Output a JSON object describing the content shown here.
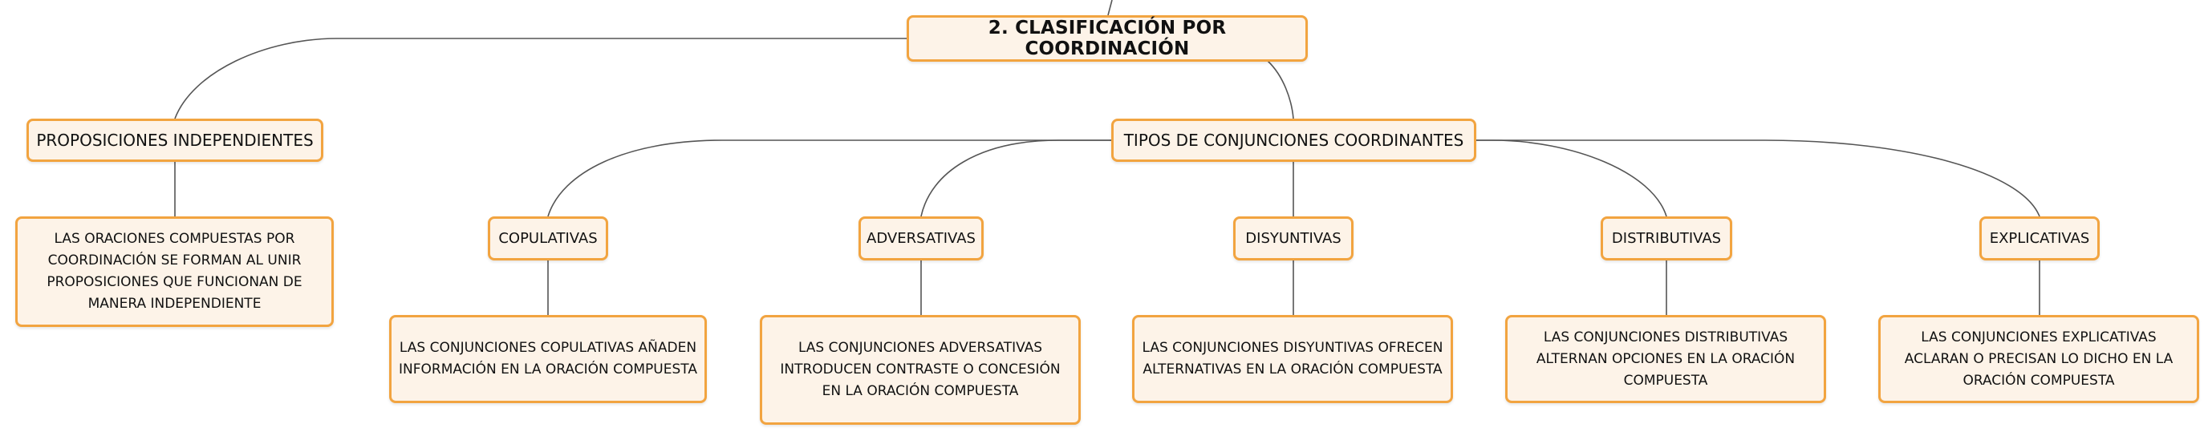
{
  "colors": {
    "node_border": "#f2a440",
    "node_fill": "#fdf3e8",
    "link": "#555555",
    "text": "#111111"
  },
  "root": {
    "label": "2. CLASIFICACIÓN POR COORDINACIÓN"
  },
  "branches": [
    {
      "label": "PROPOSICIONES INDEPENDIENTES",
      "detail": "LAS ORACIONES COMPUESTAS POR COORDINACIÓN SE FORMAN AL UNIR PROPOSICIONES QUE FUNCIONAN DE MANERA INDEPENDIENTE"
    },
    {
      "label": "TIPOS DE CONJUNCIONES COORDINANTES",
      "types": [
        {
          "label": "COPULATIVAS",
          "detail": "LAS CONJUNCIONES COPULATIVAS AÑADEN INFORMACIÓN EN LA ORACIÓN COMPUESTA"
        },
        {
          "label": "ADVERSATIVAS",
          "detail": "LAS CONJUNCIONES ADVERSATIVAS INTRODUCEN CONTRASTE O CONCESIÓN EN LA ORACIÓN COMPUESTA"
        },
        {
          "label": "DISYUNTIVAS",
          "detail": "LAS CONJUNCIONES DISYUNTIVAS OFRECEN ALTERNATIVAS EN LA ORACIÓN COMPUESTA"
        },
        {
          "label": "DISTRIBUTIVAS",
          "detail": "LAS CONJUNCIONES DISTRIBUTIVAS ALTERNAN OPCIONES EN LA ORACIÓN COMPUESTA"
        },
        {
          "label": "EXPLICATIVAS",
          "detail": "LAS CONJUNCIONES EXPLICATIVAS ACLARAN O PRECISAN LO DICHO EN LA ORACIÓN COMPUESTA"
        }
      ]
    }
  ]
}
